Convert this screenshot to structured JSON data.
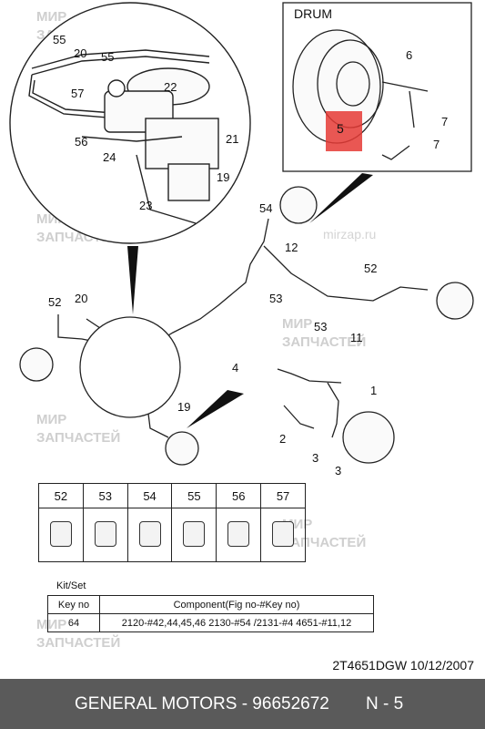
{
  "watermark": {
    "line1": "МИР",
    "line2": "ЗАПЧАСТЕЙ",
    "site": "mirzap.ru"
  },
  "inset_drum": {
    "title": "DRUM",
    "highlight_label": "5",
    "highlight_color": "#e53935"
  },
  "callouts": [
    "55",
    "20",
    "55",
    "57",
    "22",
    "56",
    "21",
    "24",
    "19",
    "23",
    "6",
    "7",
    "7",
    "54",
    "12",
    "52",
    "53",
    "53",
    "11",
    "52",
    "20",
    "4",
    "1",
    "19",
    "2",
    "3",
    "3"
  ],
  "parts_table": {
    "headers": [
      "52",
      "53",
      "54",
      "55",
      "56",
      "57"
    ],
    "icons": [
      "clip-52-icon",
      "clip-53-icon",
      "clip-54-icon",
      "clip-55-icon",
      "clip-56-icon",
      "clip-57-icon"
    ]
  },
  "kit": {
    "title": "Kit/Set",
    "col_key": "Key no",
    "col_component": "Component(Fig no-#Key no)",
    "row_key": "64",
    "row_component": "2120-#42,44,45,46  2130-#54 /2131-#4 4651-#11,12"
  },
  "drawing_code": "2T4651DGW  10/12/2007",
  "footer": {
    "title": "GENERAL MOTORS - 96652672",
    "page": "N - 5",
    "bg": "#5a5a5a"
  }
}
